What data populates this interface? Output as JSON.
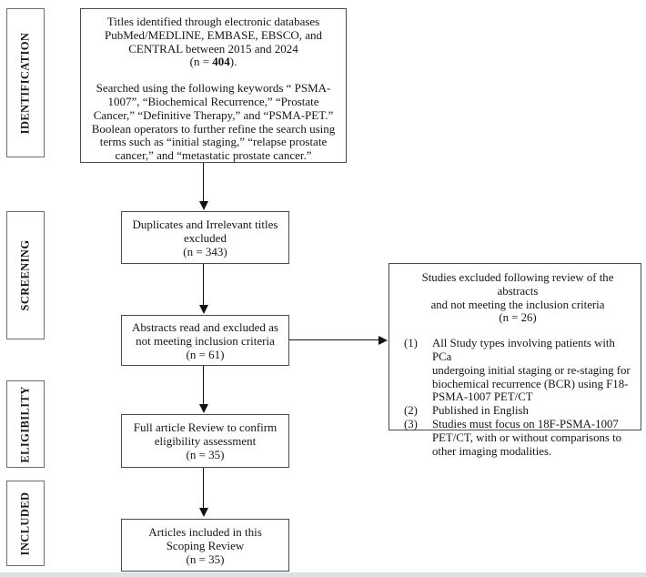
{
  "colors": {
    "box_border": "#4a4a4a",
    "stage_border": "#6e6e6e",
    "arrow": "#111111",
    "text": "#151515",
    "background": "#ffffff"
  },
  "stages": {
    "identification": "IDENTIFICATION",
    "screening": "SCREENING",
    "eligibility": "ELIGIBILITY",
    "included": "INCLUDED"
  },
  "boxes": {
    "identified": {
      "para1": "Titles identified through electronic databases\nPubMed/MEDLINE, EMBASE, EBSCO, and\nCENTRAL between 2015 and 2024",
      "n_prefix": "(n = ",
      "n_value": "404",
      "n_suffix": ").",
      "para2": "Searched using the following keywords “ PSMA-\n1007”, “Biochemical Recurrence,” “Prostate\nCancer,” “Definitive Therapy,” and “PSMA-PET.”\nBoolean operators to further refine the search using\nterms such as “initial staging,” “relapse prostate\ncancer,” and “metastatic prostate cancer.”"
    },
    "duplicates_excluded": {
      "text": "Duplicates and Irrelevant titles\nexcluded\n(n = 343)"
    },
    "abstracts_excluded": {
      "text": "Abstracts read and excluded as\nnot meeting inclusion criteria\n(n = 61)"
    },
    "full_article_review": {
      "text": "Full article Review to confirm\neligibility assessment\n(n = 35)"
    },
    "articles_included": {
      "text": "Articles included in this\nScoping Review\n(n = 35)"
    },
    "studies_excluded": {
      "title": "Studies excluded following review of the abstracts\nand not meeting the inclusion criteria\n(n = 26)",
      "items": [
        {
          "num": "(1)",
          "text": "All Study types involving patients with PCa\nundergoing initial staging or re-staging for\nbiochemical recurrence (BCR) using F18-\nPSMA-1007 PET/CT"
        },
        {
          "num": "(2)",
          "text": "Published in English"
        },
        {
          "num": "(3)",
          "text": "Studies must focus on 18F-PSMA-1007\nPET/CT, with or without comparisons to\nother imaging modalities."
        }
      ]
    }
  }
}
